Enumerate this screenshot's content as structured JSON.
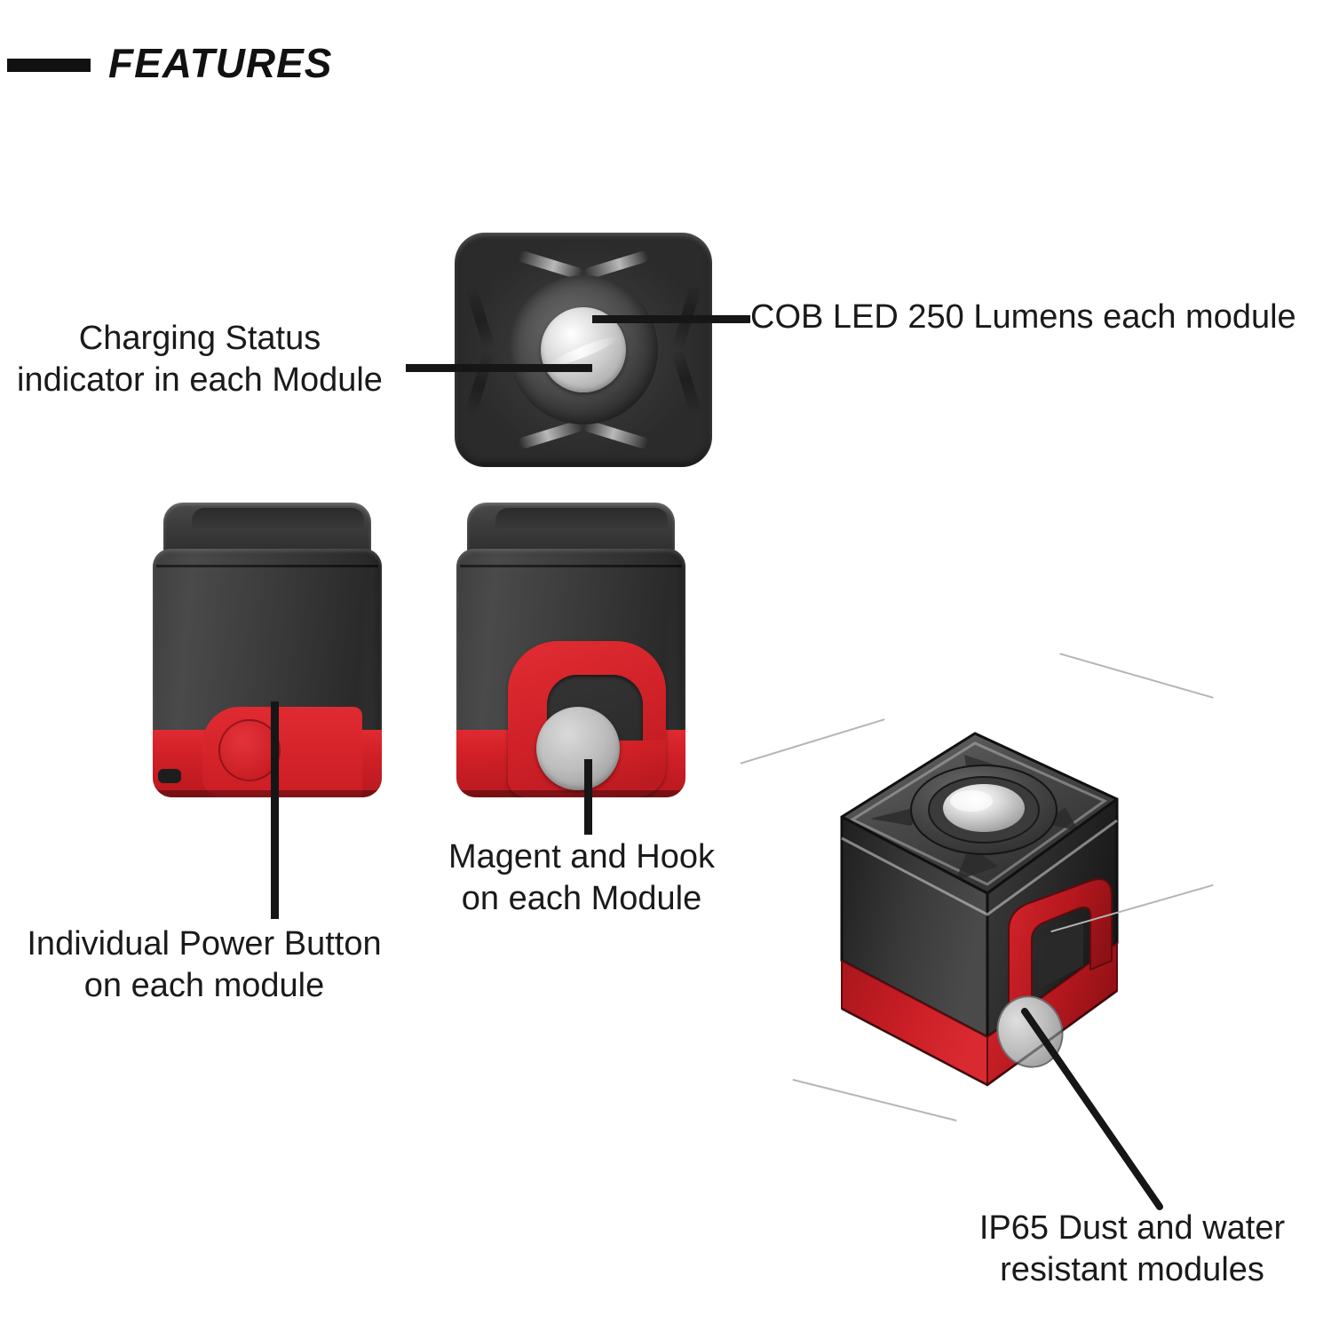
{
  "header": {
    "title": "FEATURES",
    "rule_color": "#111111"
  },
  "colors": {
    "accent_red": "#cf2128",
    "body_dark": "#353535",
    "magnet_gray": "#bdbdbd",
    "text": "#1a1a1a",
    "background": "#ffffff"
  },
  "callouts": [
    {
      "id": "charging-status",
      "text": "Charging Status\nindicator in each Module",
      "leader": "horizontal-right"
    },
    {
      "id": "cob-led",
      "text": "COB LED 250 Lumens each module",
      "leader": "horizontal-left"
    },
    {
      "id": "magnet-hook",
      "text": "Magent and Hook\non each Module",
      "leader": "vertical-up"
    },
    {
      "id": "power-button",
      "text": "Individual Power Button\non each module",
      "leader": "vertical-up"
    },
    {
      "id": "ip65",
      "text": "IP65 Dust and water\nresistant modules",
      "leader": "diagonal-up-left"
    }
  ],
  "illustrations": [
    {
      "id": "module-top-view",
      "view": "top",
      "label": "work light module top view with COB LED lens"
    },
    {
      "id": "module-left-view",
      "view": "front-left",
      "label": "work light module front view with power button"
    },
    {
      "id": "module-mid-view",
      "view": "front-mid",
      "label": "work light module front view with hook and magnet"
    },
    {
      "id": "module-3d-view",
      "view": "perspective",
      "label": "work light module 3D perspective sketch"
    }
  ]
}
